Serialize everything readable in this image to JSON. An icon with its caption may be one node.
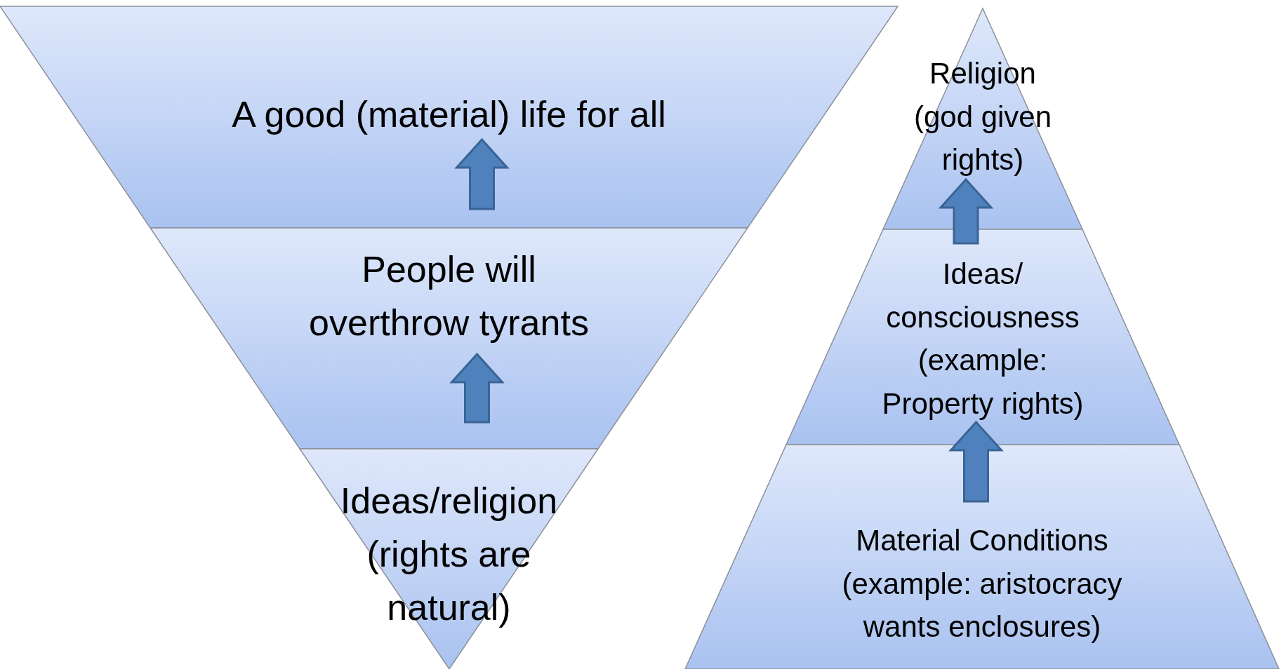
{
  "diagram": {
    "nodes": [
      {
        "text": [
          "A good (material) life for all"
        ]
      },
      {
        "text": [
          "People will overthrow tyrants"
        ]
      },
      {
        "text": [
          "Ideas/religion (rights are natural)"
        ]
      },
      {
        "text": [
          "Religion (god given rights)"
        ]
      },
      {
        "text": [
          "Ideas/ consciousness (example: Property rights)"
        ]
      },
      {
        "text": [
          "Material Conditions (example: aristocracy wants enclosures)"
        ]
      }
    ],
    "edges": [
      {
        "from": 1,
        "to": 0,
        "arrow": "to"
      },
      {
        "from": 2,
        "to": 1,
        "arrow": "to"
      },
      {
        "from": 4,
        "to": 3,
        "arrow": "to"
      },
      {
        "from": 5,
        "to": 4,
        "arrow": "to"
      }
    ]
  }
}
